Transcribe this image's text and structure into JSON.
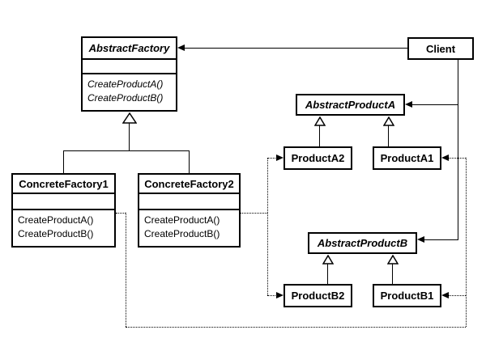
{
  "classes": {
    "abstract_factory": {
      "name": "AbstractFactory",
      "stereotype": "abstract",
      "methods": [
        "CreateProductA()",
        "CreateProductB()"
      ]
    },
    "concrete_factory1": {
      "name": "ConcreteFactory1",
      "methods": [
        "CreateProductA()",
        "CreateProductB()"
      ]
    },
    "concrete_factory2": {
      "name": "ConcreteFactory2",
      "methods": [
        "CreateProductA()",
        "CreateProductB()"
      ]
    },
    "client": {
      "name": "Client"
    },
    "abstract_product_a": {
      "name": "AbstractProductA",
      "stereotype": "abstract"
    },
    "product_a2": {
      "name": "ProductA2"
    },
    "product_a1": {
      "name": "ProductA1"
    },
    "abstract_product_b": {
      "name": "AbstractProductB",
      "stereotype": "abstract"
    },
    "product_b2": {
      "name": "ProductB2"
    },
    "product_b1": {
      "name": "ProductB1"
    }
  },
  "relationships": [
    {
      "from": "Client",
      "to": "AbstractFactory",
      "type": "association-solid-arrow"
    },
    {
      "from": "Client",
      "to": "AbstractProductA",
      "type": "association-solid-arrow"
    },
    {
      "from": "Client",
      "to": "AbstractProductB",
      "type": "association-solid-arrow"
    },
    {
      "from": "ConcreteFactory1",
      "to": "AbstractFactory",
      "type": "inheritance-hollow-triangle"
    },
    {
      "from": "ConcreteFactory2",
      "to": "AbstractFactory",
      "type": "inheritance-hollow-triangle"
    },
    {
      "from": "ProductA2",
      "to": "AbstractProductA",
      "type": "inheritance-hollow-triangle"
    },
    {
      "from": "ProductA1",
      "to": "AbstractProductA",
      "type": "inheritance-hollow-triangle"
    },
    {
      "from": "ProductB2",
      "to": "AbstractProductB",
      "type": "inheritance-hollow-triangle"
    },
    {
      "from": "ProductB1",
      "to": "AbstractProductB",
      "type": "inheritance-hollow-triangle"
    },
    {
      "from": "ConcreteFactory1",
      "to": "ProductA1",
      "type": "dependency-dotted-arrow"
    },
    {
      "from": "ConcreteFactory1",
      "to": "ProductB1",
      "type": "dependency-dotted-arrow"
    },
    {
      "from": "ConcreteFactory2",
      "to": "ProductA2",
      "type": "dependency-dotted-arrow"
    },
    {
      "from": "ConcreteFactory2",
      "to": "ProductB2",
      "type": "dependency-dotted-arrow"
    }
  ],
  "colors": {
    "line": "#000000",
    "box_background": "#ffffff",
    "page_background": "#ffffff"
  }
}
